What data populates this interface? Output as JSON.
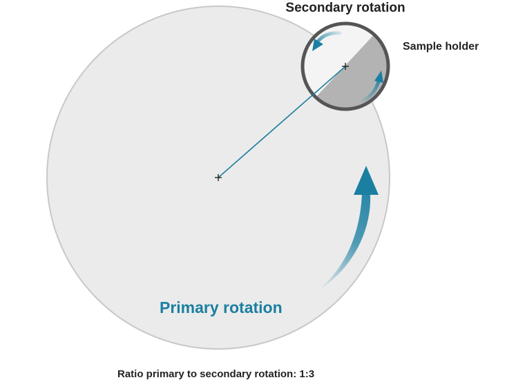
{
  "labels": {
    "secondary_rotation": "Secondary rotation",
    "sample_holder": "Sample holder",
    "primary_rotation": "Primary rotation",
    "ratio": "Ratio primary to secondary rotation: 1:3"
  },
  "colors": {
    "primary_disc_fill": "#ebebeb",
    "primary_disc_stroke": "#c8c8c8",
    "holder_light": "#f4f4f4",
    "holder_dark": "#b3b3b3",
    "holder_ring": "#555555",
    "accent": "#1a7fa1",
    "text_dark": "#222222"
  },
  "icons": {
    "primary_arrow": "curved-arrow-up-icon",
    "secondary_arrows": "circular-arrow-icon",
    "center_marks": "crosshair-icon"
  }
}
